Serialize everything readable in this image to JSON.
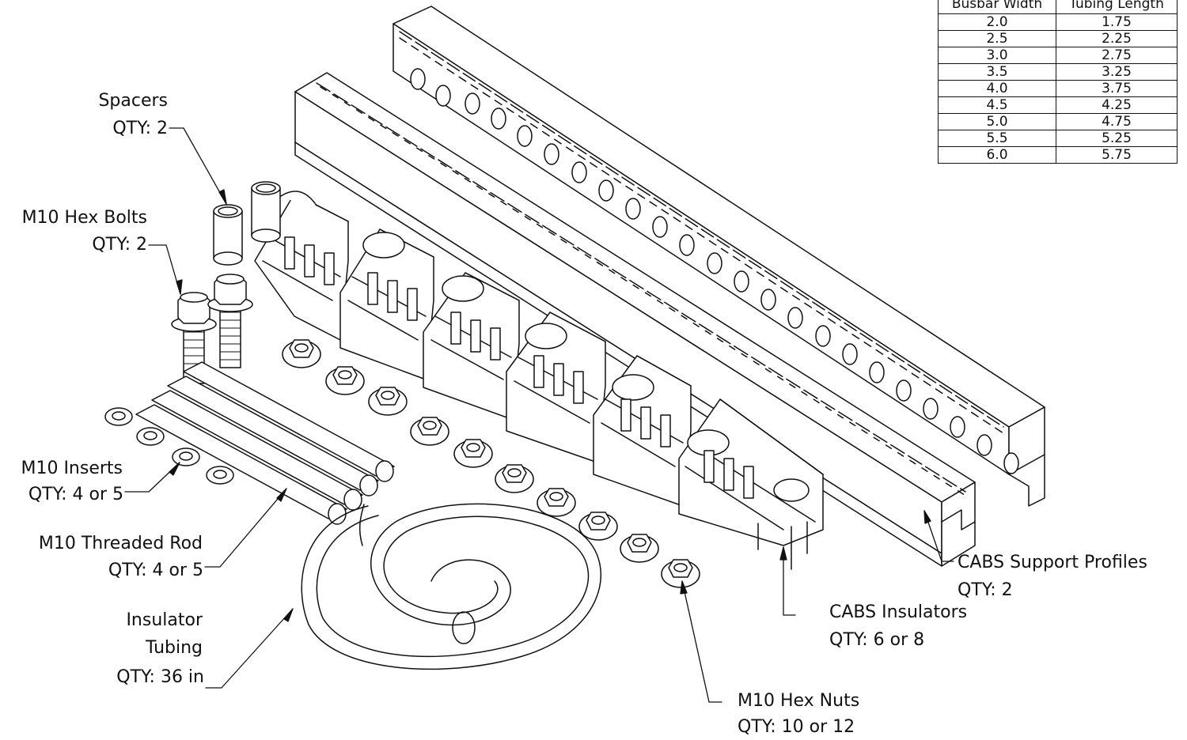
{
  "table": {
    "headers": [
      "Busbar Width",
      "Tubing Length"
    ],
    "rows": [
      [
        "2.0",
        "1.75"
      ],
      [
        "2.5",
        "2.25"
      ],
      [
        "3.0",
        "2.75"
      ],
      [
        "3.5",
        "3.25"
      ],
      [
        "4.0",
        "3.75"
      ],
      [
        "4.5",
        "4.25"
      ],
      [
        "5.0",
        "4.75"
      ],
      [
        "5.5",
        "5.25"
      ],
      [
        "6.0",
        "5.75"
      ]
    ]
  },
  "labels": {
    "spacers": {
      "name": "Spacers",
      "qty": "QTY: 2"
    },
    "hex_bolts": {
      "name": "M10 Hex Bolts",
      "qty": "QTY: 2"
    },
    "inserts": {
      "name": "M10 Inserts",
      "qty": "QTY: 4 or 5"
    },
    "threaded_rod": {
      "name": "M10 Threaded Rod",
      "qty": "QTY: 4 or 5"
    },
    "tubing": {
      "name1": "Insulator",
      "name2": "Tubing",
      "qty": "QTY: 36 in"
    },
    "hex_nuts": {
      "name": "M10 Hex Nuts",
      "qty": "QTY: 10 or 12"
    },
    "insulators": {
      "name": "CABS Insulators",
      "qty": "QTY: 6 or 8"
    },
    "profiles": {
      "name": "CABS Support Profiles",
      "qty": "QTY: 2"
    }
  }
}
